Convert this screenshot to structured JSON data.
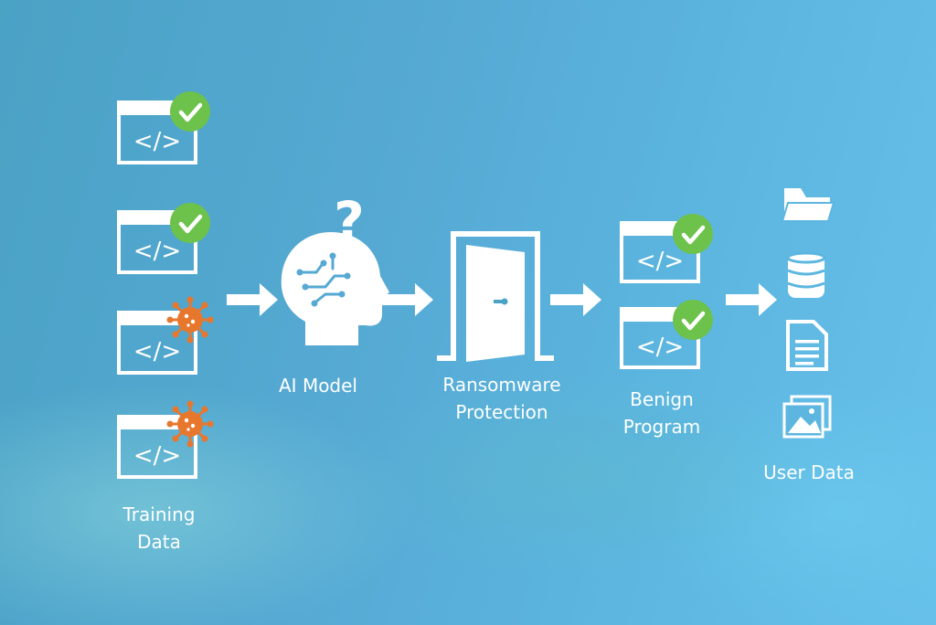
{
  "labels": {
    "training_data": "Training\nData",
    "ai_model": "AI Model",
    "ransomware_protection": "Ransomware\nProtection",
    "benign_program": "Benign\nProgram",
    "user_data": "User Data"
  },
  "code_symbol": "</>",
  "question_mark": "?",
  "colors": {
    "background": "#55a9d3",
    "foreground": "#ffffff",
    "check_badge": "#6cc24a",
    "virus_badge": "#e8772e"
  }
}
